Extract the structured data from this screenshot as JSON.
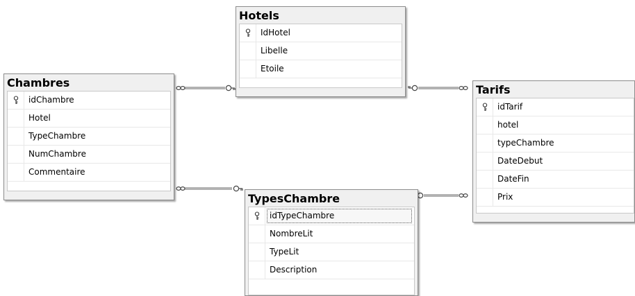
{
  "tables": {
    "hotels": {
      "title": "Hotels",
      "columns": [
        "IdHotel",
        "Libelle",
        "Etoile"
      ],
      "key": "IdHotel"
    },
    "chambres": {
      "title": "Chambres",
      "columns": [
        "idChambre",
        "Hotel",
        "TypeChambre",
        "NumChambre",
        "Commentaire"
      ],
      "key": "idChambre"
    },
    "tarifs": {
      "title": "Tarifs",
      "columns": [
        "idTarif",
        "hotel",
        "typeChambre",
        "DateDebut",
        "DateFin",
        "Prix"
      ],
      "key": "idTarif"
    },
    "types_chambre": {
      "title": "TypesChambre",
      "columns": [
        "idTypeChambre",
        "NombreLit",
        "TypeLit",
        "Description"
      ],
      "key": "idTypeChambre"
    }
  },
  "relationships": [
    {
      "from": "chambres",
      "to": "hotels",
      "many": "chambres",
      "one": "hotels"
    },
    {
      "from": "chambres",
      "to": "types_chambre",
      "many": "chambres",
      "one": "types_chambre"
    },
    {
      "from": "tarifs",
      "to": "hotels",
      "many": "tarifs",
      "one": "hotels"
    },
    {
      "from": "tarifs",
      "to": "types_chambre",
      "many": "tarifs",
      "one": "types_chambre"
    }
  ],
  "colors": {
    "background": "#ffffff",
    "table_frame": "#f0f0f0",
    "border": "#8c8c8c",
    "line": "#555555"
  }
}
